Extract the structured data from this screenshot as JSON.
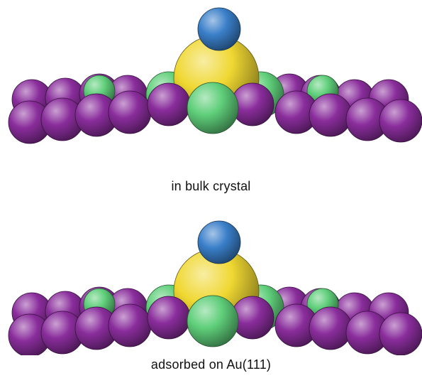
{
  "captions": {
    "top": "in bulk crystal",
    "bottom": "adsorbed on Au(111)"
  },
  "colors": {
    "purple": "#8a2d9c",
    "green": "#5fcf7a",
    "yellow": "#f0d832",
    "blue": "#3a7fc9",
    "caption_text": "#111111"
  },
  "atom_types": {
    "purple": "purple-sphere",
    "green": "green-sphere",
    "yellow": "yellow-sphere",
    "blue": "blue-sphere"
  }
}
